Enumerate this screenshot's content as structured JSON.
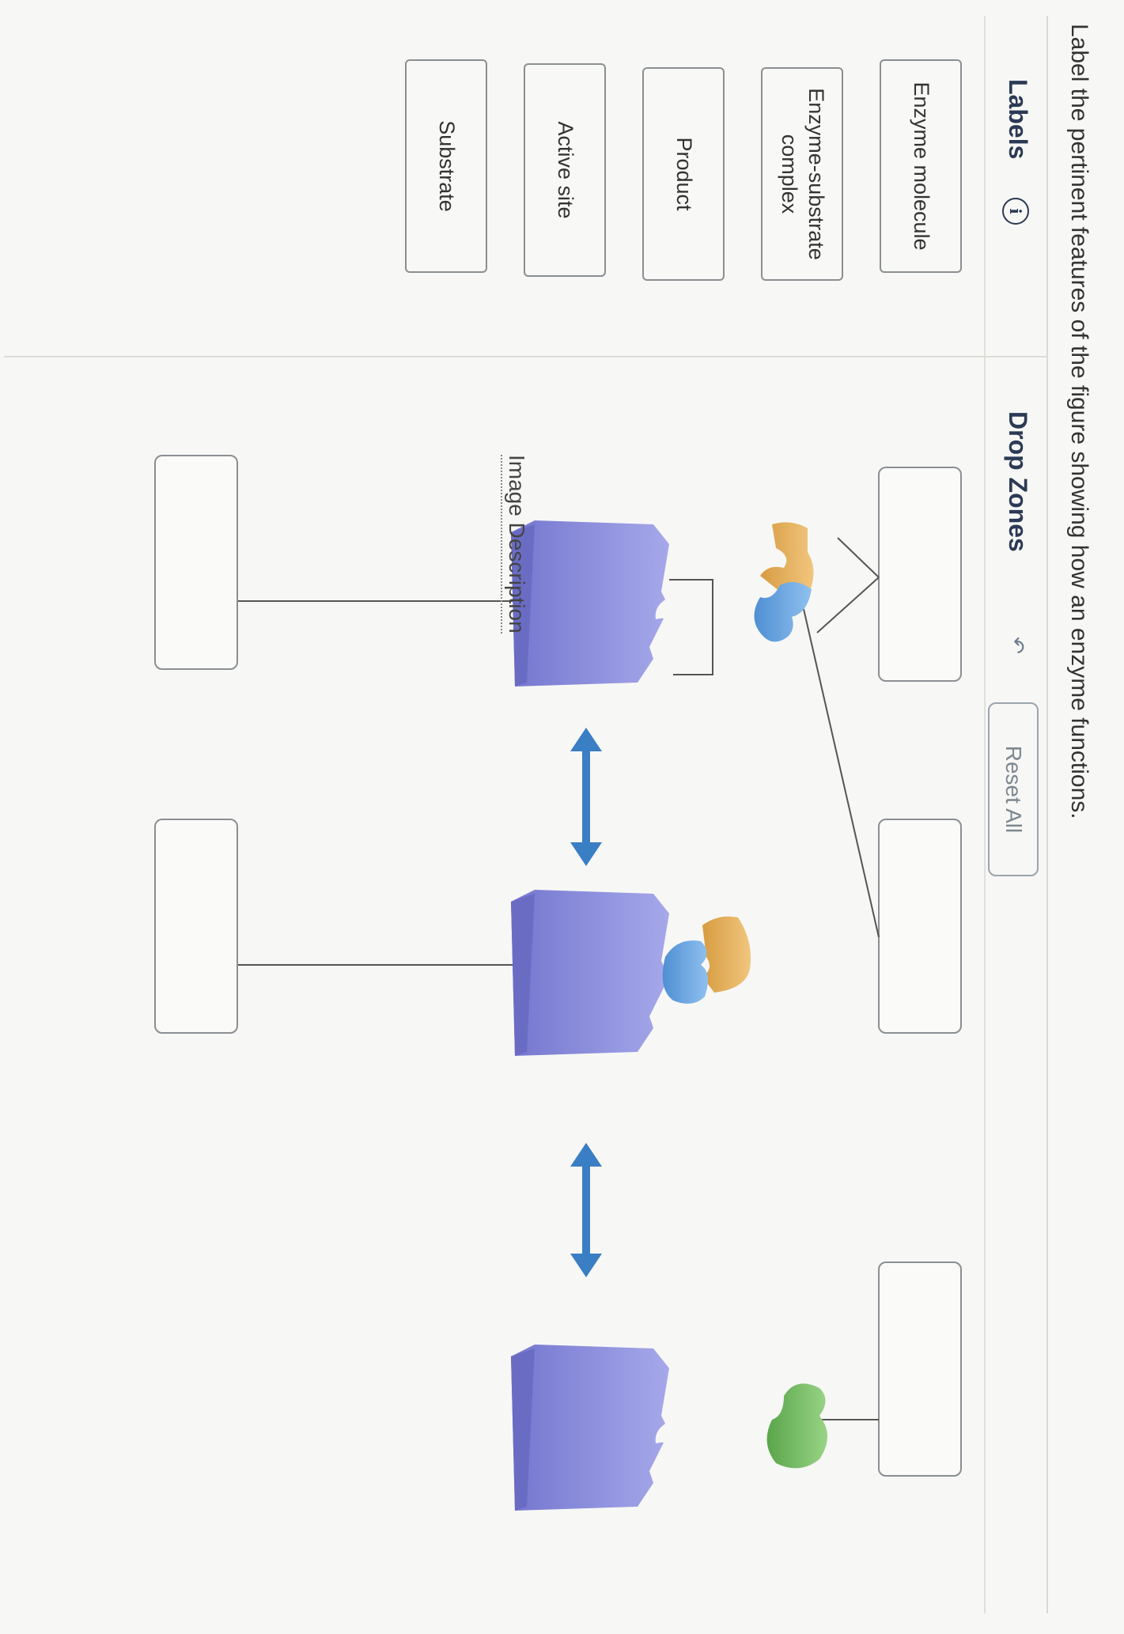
{
  "question": "Label the pertinent features of the figure showing how an enzyme functions.",
  "labels_panel": {
    "title": "Labels",
    "info_icon": "info-icon"
  },
  "dropzones_panel": {
    "title": "Drop Zones",
    "undo_icon": "undo-arrow-icon",
    "reset_label": "Reset All"
  },
  "labels": [
    "Enzyme molecule",
    "Enzyme-substrate complex",
    "Product",
    "Active site",
    "Substrate"
  ],
  "image_description_link": "Image Description",
  "colors": {
    "enzyme": "#8d8fde",
    "substrate_a": "#e8b25c",
    "substrate_b": "#6fa8e0",
    "product": "#7cc06a",
    "arrow": "#3a7ec4",
    "heading": "#2b3a55"
  }
}
